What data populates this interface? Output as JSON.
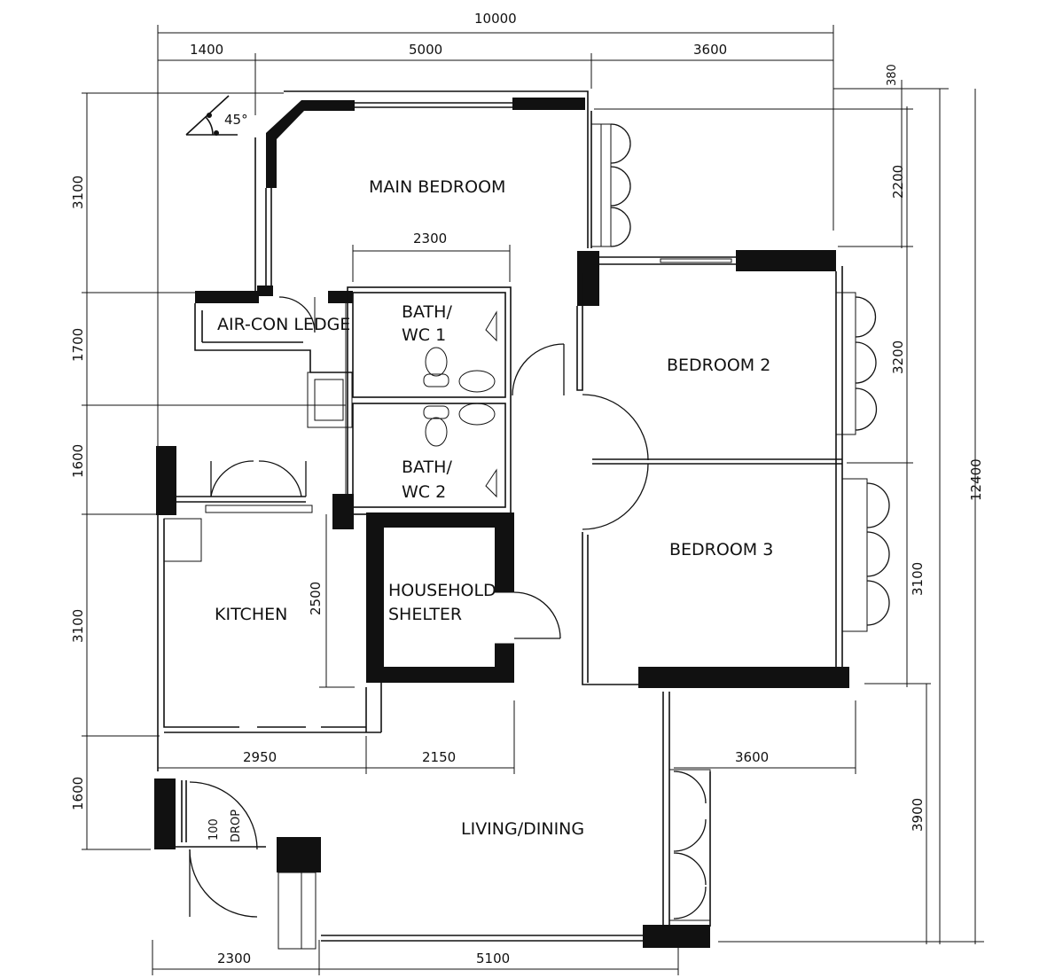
{
  "rooms": {
    "main_bedroom": "MAIN BEDROOM",
    "bath_wc1_line1": "BATH/",
    "bath_wc1_line2": "WC 1",
    "bath_wc2_line1": "BATH/",
    "bath_wc2_line2": "WC 2",
    "aircon_ledge": "AIR-CON LEDGE",
    "bedroom2": "BEDROOM 2",
    "bedroom3": "BEDROOM 3",
    "kitchen": "KITCHEN",
    "shelter_line1": "HOUSEHOLD",
    "shelter_line2": "SHELTER",
    "living_dining": "LIVING/DINING",
    "drop_num": "100",
    "drop_label": "DROP"
  },
  "angle": "45°",
  "dimensions": {
    "top_total": "10000",
    "top_1": "1400",
    "top_2": "5000",
    "top_3": "3600",
    "top_right_small": "380",
    "left_1": "3100",
    "left_2": "1700",
    "left_3": "1600",
    "left_4": "3100",
    "left_5": "1600",
    "right_1": "2200",
    "right_2": "3200",
    "right_3": "3100",
    "right_4": "3900",
    "right_total": "12400",
    "inner_2300": "2300",
    "kitchen_2500": "2500",
    "mid_2950": "2950",
    "mid_2150": "2150",
    "mid_3600": "3600",
    "bottom_2300": "2300",
    "bottom_5100": "5100"
  }
}
